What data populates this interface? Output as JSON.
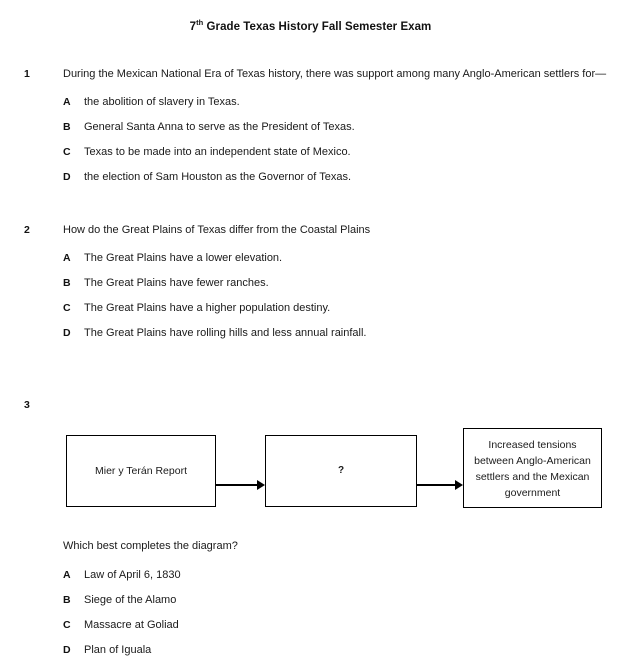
{
  "document": {
    "title_prefix": "7",
    "title_superscript": "th",
    "title_rest": " Grade Texas History Fall Semester Exam"
  },
  "questions": [
    {
      "number": "1",
      "stem": "During the Mexican National Era of Texas history, there was support among many Anglo-American settlers for—",
      "options": [
        {
          "letter": "A",
          "text": "the abolition of slavery in Texas."
        },
        {
          "letter": "B",
          "text": "General Santa Anna to serve as the President of Texas."
        },
        {
          "letter": "C",
          "text": "Texas to be made into an independent state of Mexico."
        },
        {
          "letter": "D",
          "text": "the election of Sam Houston as the Governor of Texas."
        }
      ]
    },
    {
      "number": "2",
      "stem": "How do the Great Plains of Texas differ from the Coastal Plains",
      "options": [
        {
          "letter": "A",
          "text": "The Great Plains have a lower elevation."
        },
        {
          "letter": "B",
          "text": "The Great Plains have fewer ranches."
        },
        {
          "letter": "C",
          "text": "The Great Plains have a higher population destiny."
        },
        {
          "letter": "D",
          "text": "The Great Plains have rolling hills and less annual rainfall."
        }
      ]
    },
    {
      "number": "3",
      "stem": "",
      "prompt": "Which best completes the diagram?",
      "options": [
        {
          "letter": "A",
          "text": "Law of April 6, 1830"
        },
        {
          "letter": "B",
          "text": "Siege of the Alamo"
        },
        {
          "letter": "C",
          "text": "Massacre at Goliad"
        },
        {
          "letter": "D",
          "text": "Plan of Iguala"
        }
      ]
    }
  ],
  "diagram": {
    "box1": "Mier y Terán Report",
    "box2": "?",
    "box3_lines": [
      "Increased tensions",
      "between Anglo-American",
      "settlers and the Mexican",
      "government"
    ],
    "arrow1": "arrow-right",
    "arrow2": "arrow-right"
  },
  "colors": {
    "text": "#1a1a1a",
    "border": "#000000",
    "background": "#ffffff"
  }
}
